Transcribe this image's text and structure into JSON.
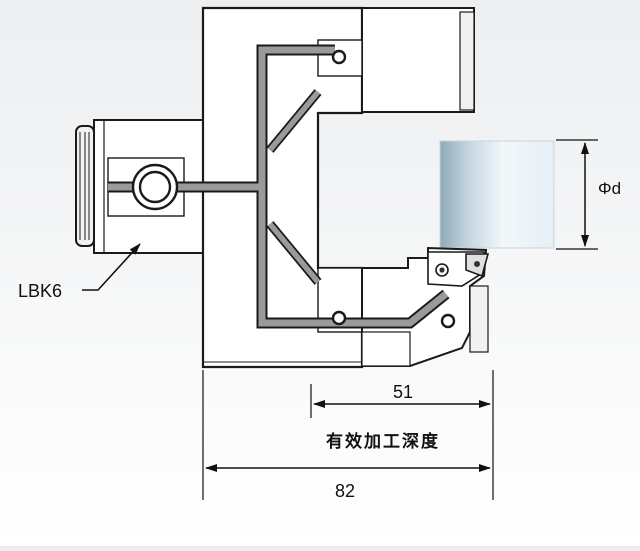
{
  "diagram": {
    "part_label": "LBK6",
    "diameter_label": "Φd",
    "dimension_effective": "51",
    "effective_depth_label": "有效加工深度",
    "dimension_total": "82"
  },
  "colors": {
    "outline": "#1a1a1a",
    "body_fill": "#ffffff",
    "shade_fill": "#e4e4e4",
    "coolant_channel": "#9a9a9a",
    "workpiece_light": "#eef5fa",
    "workpiece_dark": "#9eb4c2"
  }
}
